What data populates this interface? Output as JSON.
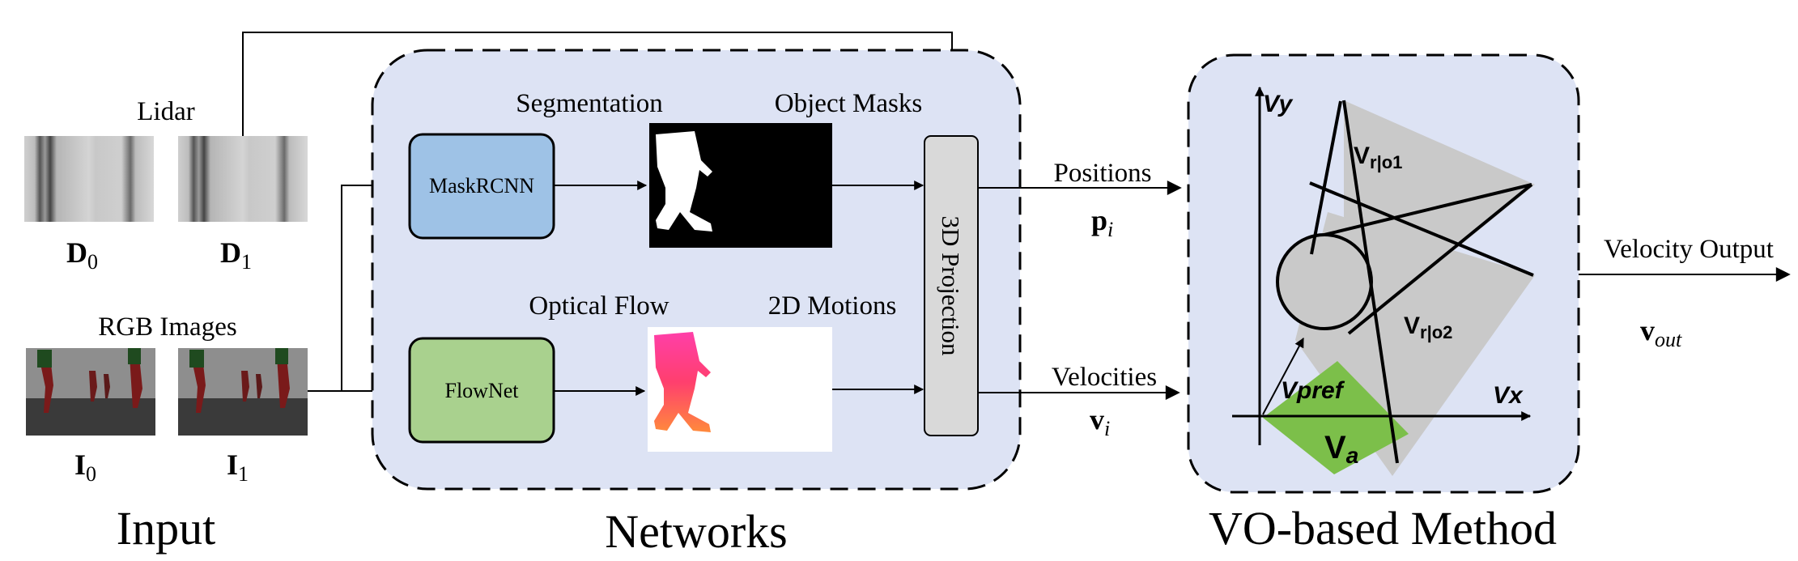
{
  "colors": {
    "panel_fill": "#dde3f4",
    "maskrcnn_fill": "#9ec2e6",
    "flownet_fill": "#a9d18e",
    "projection_fill": "#d9d9d9",
    "vo_cone_fill": "#c9c9c9",
    "va_region_fill": "#7cbf4a"
  },
  "icons": {
    "lidar_depth": "depth-strip-icon",
    "rgb_frame": "walking-pedestrians-icon",
    "mask": "pedestrian-mask-icon",
    "flow": "optical-flow-icon"
  },
  "input": {
    "title": "Input",
    "lidar_label": "Lidar",
    "rgb_label": "RGB Images",
    "d0": {
      "base": "D",
      "sub": "0"
    },
    "d1": {
      "base": "D",
      "sub": "1"
    },
    "i0": {
      "base": "I",
      "sub": "0"
    },
    "i1": {
      "base": "I",
      "sub": "1"
    }
  },
  "networks": {
    "title": "Networks",
    "maskrcnn_label": "MaskRCNN",
    "flownet_label": "FlowNet",
    "segmentation_label": "Segmentation",
    "object_masks_label": "Object Masks",
    "optical_flow_label": "Optical Flow",
    "motions_label": "2D Motions",
    "projection_label": "3D Projection"
  },
  "outputs": {
    "positions_label": "Positions",
    "positions_symbol": {
      "base": "p",
      "sub": "i"
    },
    "velocities_label": "Velocities",
    "velocities_symbol": {
      "base": "v",
      "sub": "i"
    },
    "velocity_output_label": "Velocity Output",
    "velocity_output_symbol": {
      "base": "v",
      "sub": "out"
    }
  },
  "vo_method": {
    "title": "VO-based Method",
    "vy_label": "Vy",
    "vx_label": "Vx",
    "vro1": {
      "base": "V",
      "sub": "r|o1"
    },
    "vro2": {
      "base": "V",
      "sub": "r|o2"
    },
    "vpref_label": "Vpref",
    "va": {
      "base": "V",
      "sub": "a"
    }
  }
}
